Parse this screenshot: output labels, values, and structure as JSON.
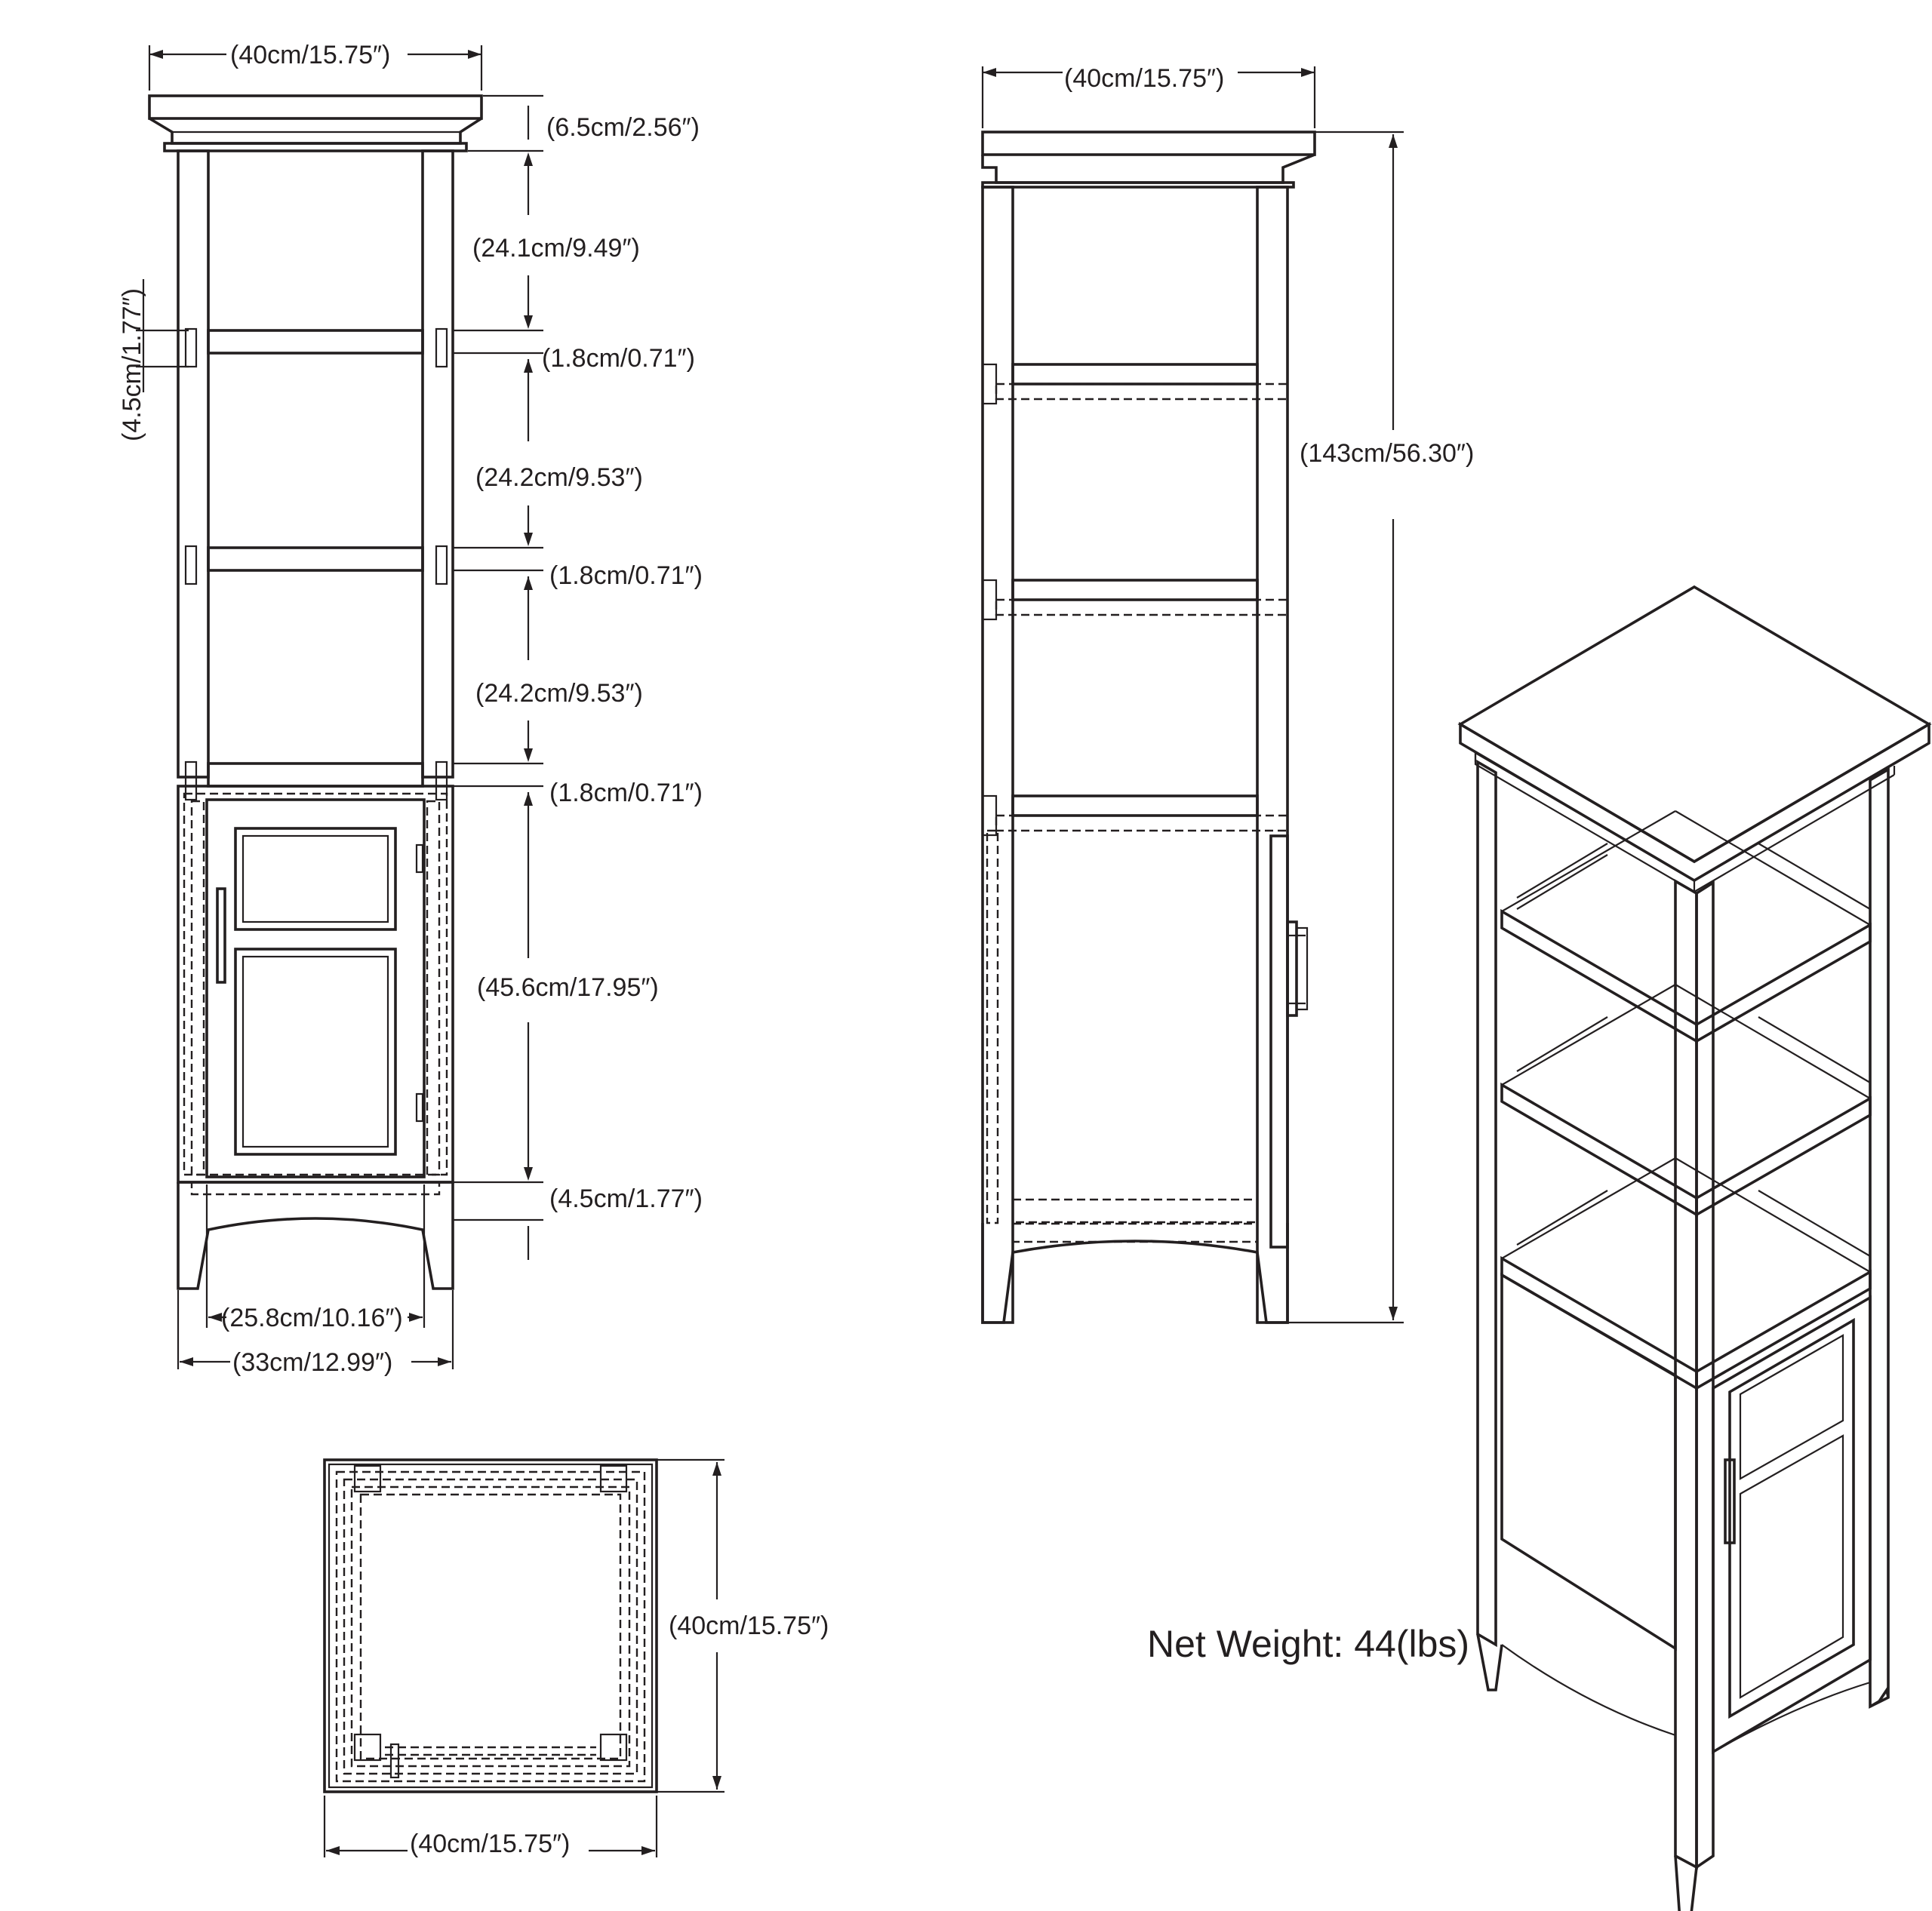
{
  "front_view": {
    "top_width": "(40cm/15.75″)",
    "crown_height": "(6.5cm/2.56″)",
    "shelf_gap_top": "(24.1cm/9.49″)",
    "shelf_thickness_1": "(1.8cm/0.71″)",
    "shelf_gap_middle": "(24.2cm/9.53″)",
    "shelf_thickness_2": "(1.8cm/0.71″)",
    "shelf_gap_lower": "(24.2cm/9.53″)",
    "shelf_thickness_3": "(1.8cm/0.71″)",
    "cabinet_height": "(45.6cm/17.95″)",
    "base_height": "(4.5cm/1.77″)",
    "rail_height": "(4.5cm/1.77″)",
    "door_width": "(25.8cm/10.16″)",
    "body_width": "(33cm/12.99″)"
  },
  "side_view": {
    "top_depth": "(40cm/15.75″)",
    "total_height": "(143cm/56.30″)"
  },
  "top_view": {
    "depth": "(40cm/15.75″)",
    "width": "(40cm/15.75″)"
  },
  "net_weight": "Net Weight: 44(lbs)"
}
